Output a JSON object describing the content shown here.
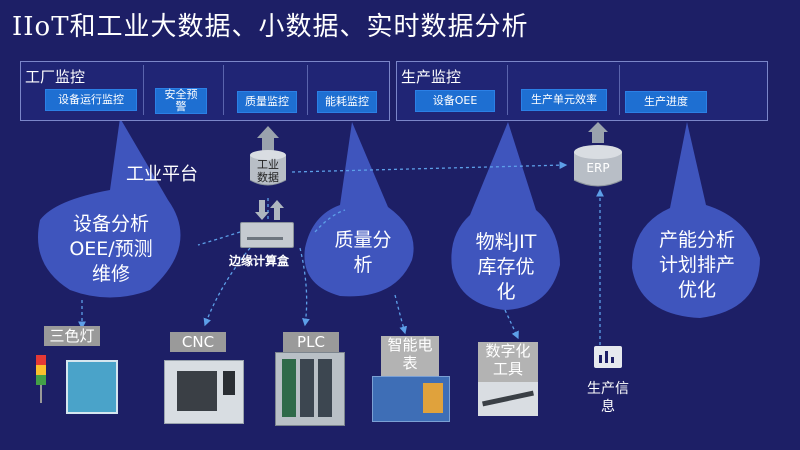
{
  "title": "IIoT和工业大数据、小数据、实时数据分析",
  "factory_panel": {
    "title": "工厂监控",
    "buttons": [
      "设备运行监控",
      "安全预警",
      "质量监控",
      "能耗监控"
    ]
  },
  "production_panel": {
    "title": "生产监控",
    "buttons": [
      "设备OEE",
      "生产单元效率",
      "生产进度"
    ]
  },
  "platform_label": "工业平台",
  "data_store": [
    "工业",
    "数据"
  ],
  "erp_label": "ERP",
  "edge_box_label": "边缘计算盒",
  "bubbles": {
    "device_analysis": [
      "设备分析",
      "OEE/预测",
      "维修"
    ],
    "quality_analysis": [
      "质量分",
      "析"
    ],
    "jit": [
      "物料JIT",
      "库存优",
      "化"
    ],
    "capacity": [
      "产能分析",
      "计划排产",
      "优化"
    ]
  },
  "devices": {
    "tricolor_light": "三色灯",
    "cnc": "CNC",
    "plc": "PLC",
    "smart_meter": [
      "智能电",
      "表"
    ],
    "digital_tool": [
      "数字化",
      "工具"
    ],
    "production_info": [
      "生产信",
      "息"
    ]
  },
  "colors": {
    "background": "#1d1f66",
    "bubble": "#3f55bd",
    "button": "#1e6fd2",
    "arrow": "#5d9fe8"
  }
}
